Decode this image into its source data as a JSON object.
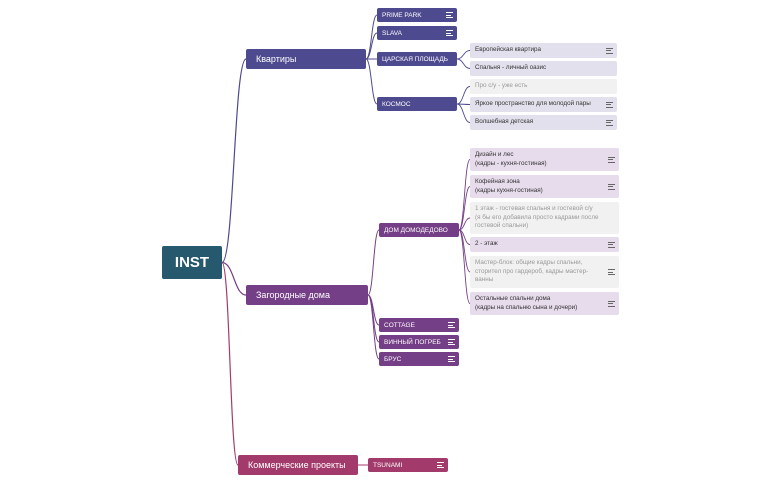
{
  "colors": {
    "root": "#26596e",
    "apartments": "#4e4a8f",
    "country": "#743f86",
    "commercial": "#a23b6b",
    "leaf_apartments": "#e2e0ec",
    "leaf_country": "#e7dcec",
    "leaf_plain": "#f1f1f1"
  },
  "mindmap": {
    "root": "INST",
    "branches": [
      {
        "label": "Квартиры",
        "children": [
          {
            "label": "PRIME PARK",
            "note": true,
            "children": []
          },
          {
            "label": "SLAVA",
            "note": true,
            "children": []
          },
          {
            "label": "ЦАРСКАЯ ПЛОЩАДЬ",
            "note": false,
            "children": [
              {
                "label": "Европейская квартира",
                "note": true,
                "style": "filled"
              },
              {
                "label": "Спальня - личный оазис",
                "note": false,
                "style": "filled"
              }
            ]
          },
          {
            "label": "КОСМОС",
            "note": false,
            "children": [
              {
                "label": "Про с/у - уже есть",
                "note": false,
                "style": "plain"
              },
              {
                "label": "Яркое пространство для молодой пары",
                "note": true,
                "style": "filled"
              },
              {
                "label": "Волшебная детская",
                "note": true,
                "style": "filled"
              }
            ]
          }
        ]
      },
      {
        "label": "Загородные дома",
        "children": [
          {
            "label": "ДОМ ДОМОДЕДОВО",
            "note": false,
            "children": [
              {
                "label": "Дизайн и лес\n(кадры - кухня-гостиная)",
                "note": true,
                "style": "filled"
              },
              {
                "label": "Кофейная зона\n(кадры кухня-гостиная)",
                "note": true,
                "style": "filled"
              },
              {
                "label": "1 этаж - гостевая спальня и гостевой с/у\n(я бы его добавила просто кадрами после\nгостевой спальни)",
                "note": false,
                "style": "plain"
              },
              {
                "label": "2 - этаж",
                "note": true,
                "style": "filled"
              },
              {
                "label": "Мастер-блок: общие кадры спальни,\nсторител про гардероб, кадры мастер-\nванны",
                "note": true,
                "style": "plain"
              },
              {
                "label": "Остальные спальни дома\n(кадры на спальню сына и дочери)",
                "note": true,
                "style": "filled"
              }
            ]
          },
          {
            "label": "COTTAGE",
            "note": true,
            "children": []
          },
          {
            "label": "ВИННЫЙ ПОГРЕБ",
            "note": true,
            "children": []
          },
          {
            "label": "БРУС",
            "note": true,
            "children": []
          }
        ]
      },
      {
        "label": "Коммерческие проекты",
        "children": [
          {
            "label": "TSUNAMI",
            "note": true,
            "children": []
          }
        ]
      }
    ]
  }
}
